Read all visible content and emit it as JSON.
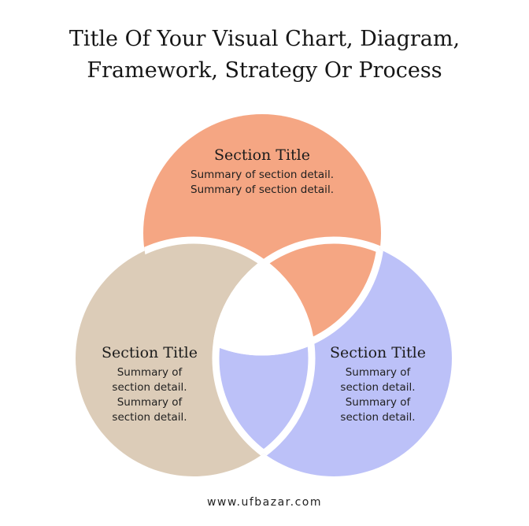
{
  "title": {
    "line1": "Title Of Your Visual Chart, Diagram,",
    "line2": "Framework, Strategy Or Process"
  },
  "colors": {
    "top": "#F5A683",
    "left": "#DCCCB8",
    "right": "#BCC1F8",
    "center": "#FFFFFF",
    "separator": "#FFFFFF"
  },
  "sections": [
    {
      "position": "top",
      "title": "Section Title",
      "lines": [
        "Summary of section detail.",
        "Summary of section detail."
      ]
    },
    {
      "position": "left",
      "title": "Section Title",
      "lines": [
        "Summary of",
        "section detail.",
        "Summary of",
        "section detail."
      ]
    },
    {
      "position": "right",
      "title": "Section Title",
      "lines": [
        "Summary of",
        "section detail.",
        "Summary of",
        "section detail."
      ]
    }
  ],
  "footer": "www.ufbazar.com"
}
